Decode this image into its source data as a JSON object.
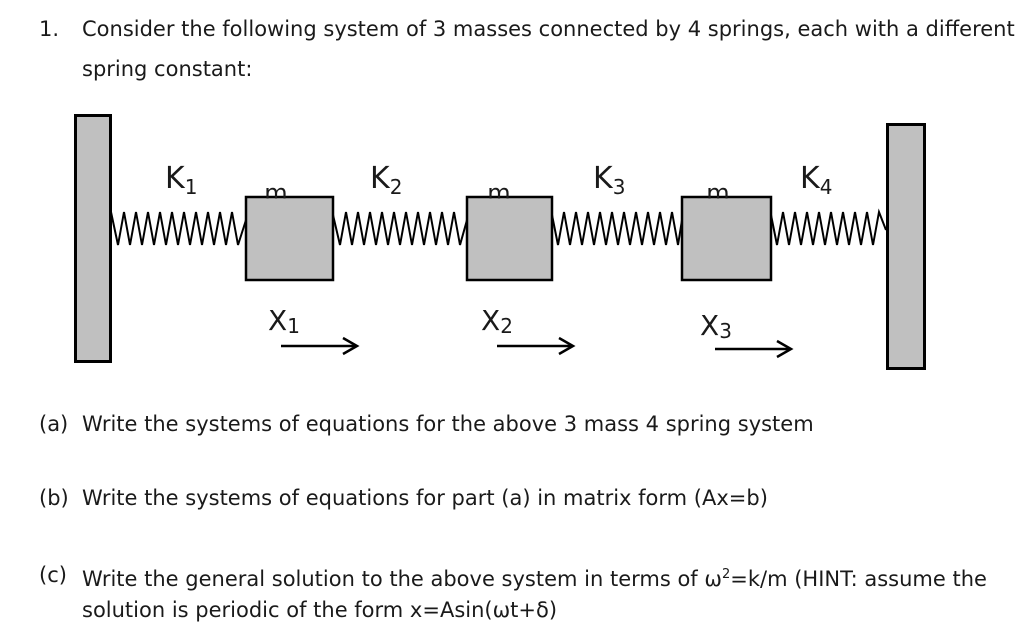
{
  "problem": {
    "number": "1.",
    "intro_line1": "Consider the following system of 3 masses connected by 4 springs, each with a different",
    "intro_line2": "spring constant:"
  },
  "figure": {
    "springs": [
      {
        "main": "K",
        "sub": "1"
      },
      {
        "main": "K",
        "sub": "2"
      },
      {
        "main": "K",
        "sub": "3"
      },
      {
        "main": "K",
        "sub": "4"
      }
    ],
    "masses": [
      {
        "label": "m"
      },
      {
        "label": "m"
      },
      {
        "label": "m"
      }
    ],
    "displacements": [
      {
        "main": "X",
        "sub": "1"
      },
      {
        "main": "X",
        "sub": "2"
      },
      {
        "main": "X",
        "sub": "3"
      }
    ],
    "colors": {
      "wall_fill": "#c0c0c0",
      "mass_fill": "#c0c0c0",
      "outline": "#000000"
    }
  },
  "parts": {
    "a": {
      "label": "(a)",
      "text": "Write the systems of equations for the above 3 mass 4 spring system"
    },
    "b": {
      "label": "(b)",
      "text": "Write the systems of equations for part (a) in matrix form (Ax=b)"
    },
    "c": {
      "label": "(c)",
      "text_line1_before": "Write the general solution to the above system in terms of ω",
      "text_line1_sup": "2",
      "text_line1_after": "=k/m (HINT: assume the",
      "text_line2": "solution is periodic of the form x=Asin(ωt+δ)"
    }
  }
}
